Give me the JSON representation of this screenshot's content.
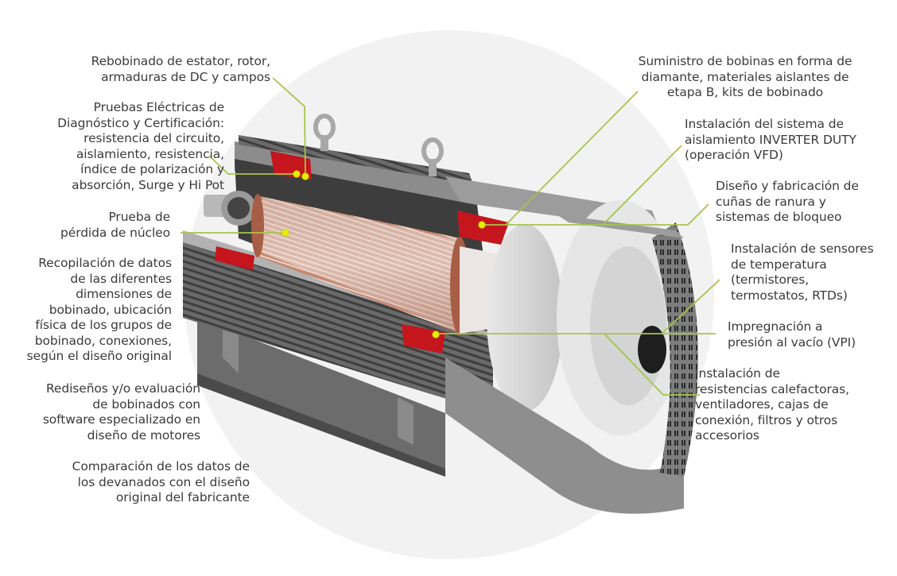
{
  "title": "Servicios de reparación de motores eléctricos - corte del motor",
  "colors": {
    "background": "#ffffff",
    "circle": "#f2f2f2",
    "leader_line": "#a7c44a",
    "leader_dot": "#e4f000",
    "text": "#3b3b3b",
    "winding_red": "#c4161c",
    "copper": "#d9957a",
    "housing_gray": "#8a8a8a"
  },
  "left_labels": [
    {
      "id": "rebobinado",
      "text": "Rebobinado de estator, rotor,\narmaduras de DC y campos"
    },
    {
      "id": "pruebas",
      "text": "Pruebas Eléctricas de\nDiagnóstico y Certificación:\nresistencia del circuito,\naislamiento, resistencia,\níndice de polarización y\nabsorción, Surge y Hi Pot"
    },
    {
      "id": "perdida",
      "text": "Prueba de\npérdida de núcleo"
    },
    {
      "id": "recopilacion",
      "text": "Recopilación de datos\nde las diferentes\ndimensiones de\nbobinado, ubicación\nfísica de los grupos de\nbobinado, conexiones,\nsegún el diseño original"
    },
    {
      "id": "redisenos",
      "text": "Rediseños y/o evaluación\nde bobinados con\nsoftware especializado en\ndiseño de motores"
    },
    {
      "id": "comparacion",
      "text": "Comparación de los datos de\nlos devanados con el diseño\noriginal del fabricante"
    }
  ],
  "right_labels": [
    {
      "id": "suministro",
      "text": "Suministro de bobinas en forma de\ndiamante, materiales aislantes de\netapa B, kits de bobinado"
    },
    {
      "id": "inverter",
      "text": "Instalación del sistema de\naislamiento INVERTER DUTY\n(operación VFD)"
    },
    {
      "id": "cunas",
      "text": "Diseño y fabricación de\ncuñas de ranura y\nsistemas de bloqueo"
    },
    {
      "id": "sensores",
      "text": "Instalación de sensores\nde temperatura\n(termistores,\ntermostatos, RTDs)"
    },
    {
      "id": "vpi",
      "text": "Impregnación a\npresión al vacío (VPI)"
    },
    {
      "id": "resistencias",
      "text": "Instalación de\nresistencias calefactoras,\nventiladores, cajas de\nconexión, filtros y otros\naccesorios"
    }
  ],
  "illustration": {
    "subject": "motor-cutaway",
    "components": [
      "housing",
      "cooling-fins",
      "lifting-eyes",
      "rotor",
      "stator-windings",
      "shaft",
      "bearing",
      "fan",
      "fan-cover",
      "base-feet"
    ]
  }
}
